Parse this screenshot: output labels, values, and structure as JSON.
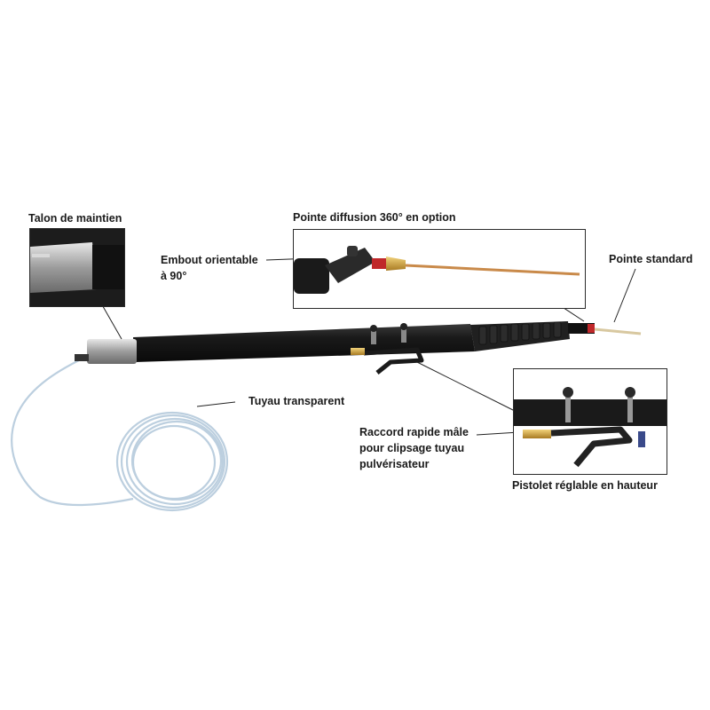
{
  "labels": {
    "talon": "Talon de maintien",
    "pointe_diffusion": "Pointe diffusion 360° en option",
    "embout_line1": "Embout orientable",
    "embout_line2": "à 90°",
    "pointe_standard": "Pointe standard",
    "tuyau": "Tuyau transparent",
    "raccord_line1": "Raccord rapide mâle",
    "raccord_line2": "pour clipsage tuyau",
    "raccord_line3": "pulvérisateur",
    "pistolet": "Pistolet réglable en hauteur"
  },
  "colors": {
    "background": "#ffffff",
    "lance_body": "#1c1c1c",
    "ferrule_metal": "#a8a8a8",
    "copper_tip": "#c98a4a",
    "brass_coupling": "#d4a84b",
    "red_ring": "#c0282a",
    "hose": "#c8d8e6",
    "leader_line": "#222222"
  }
}
